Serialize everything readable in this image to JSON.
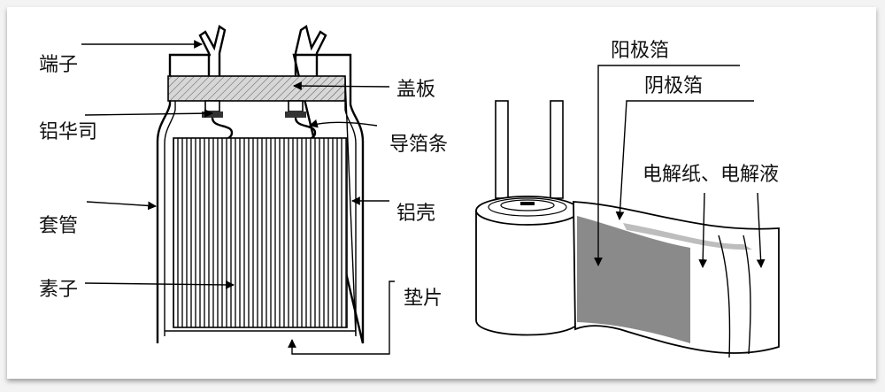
{
  "labels": {
    "terminal": "端子",
    "cover_plate": "盖板",
    "aluminum_washer": "铝华司",
    "foil_strip": "导箔条",
    "sleeve": "套管",
    "aluminum_case": "铝壳",
    "element": "素子",
    "gasket": "垫片",
    "anode_foil": "阳极箔",
    "cathode_foil": "阴极箔",
    "paper_electrolyte": "电解纸、电解液"
  }
}
